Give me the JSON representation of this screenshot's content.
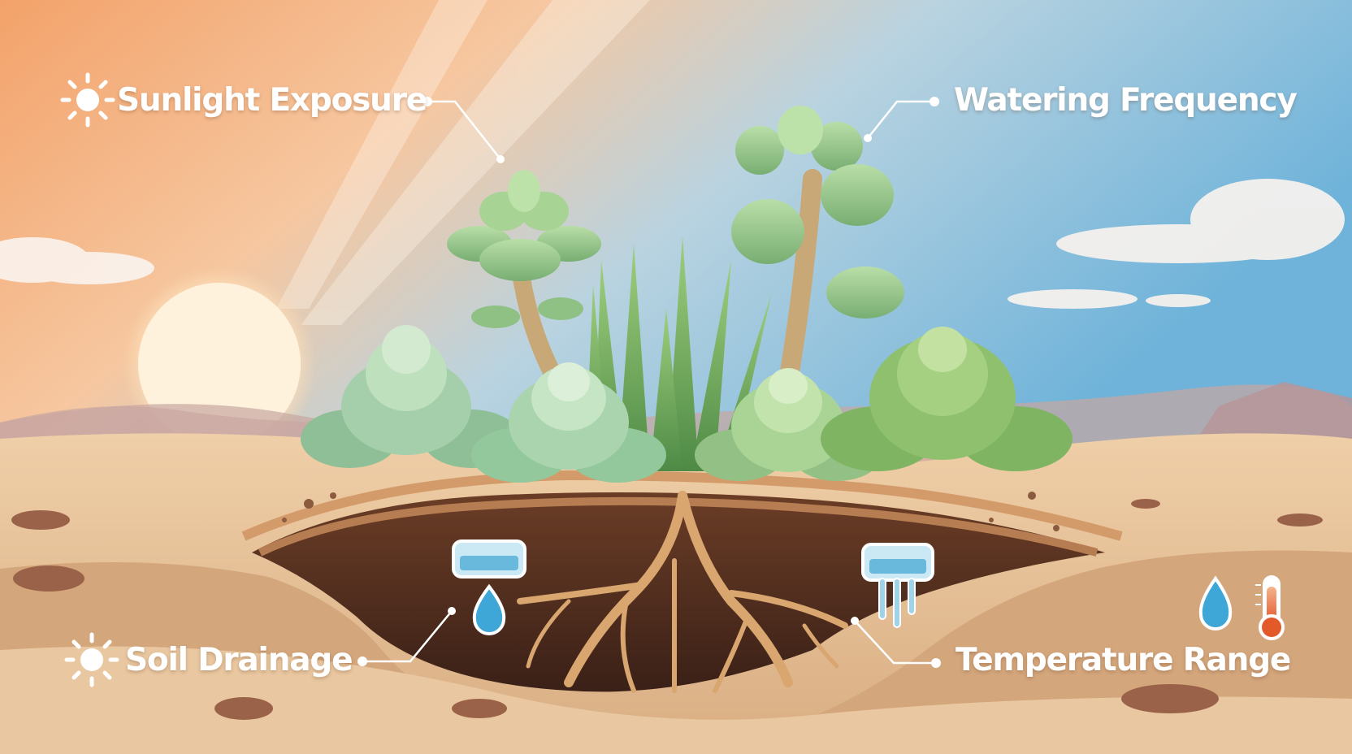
{
  "labels": {
    "sunlight_exposure": "Sunlight Exposure",
    "watering_frequency": "Watering Frequency",
    "soil_drainage": "Soil Drainage",
    "temperature_range": "Temperature Range"
  },
  "icons": {
    "sunlight": "sun-icon",
    "soil": "sun-icon",
    "water_gauge_left": "water-gauge-icon",
    "water_drop_left": "water-drop-icon",
    "drainage_gauge_right": "drainage-gauge-icon",
    "temperature_drop": "water-drop-icon",
    "temperature_thermometer": "thermometer-icon"
  },
  "colors": {
    "sky_top": "#7db7d8",
    "sky_warm": "#f3a56c",
    "sand": "#e9c49a",
    "soil_dark": "#4a2a1d",
    "root": "#d8a66e",
    "succulent": "#8fc084",
    "label_text": "#ffffff",
    "water_blue": "#3fa7d8",
    "thermometer_red": "#e25a2a"
  }
}
